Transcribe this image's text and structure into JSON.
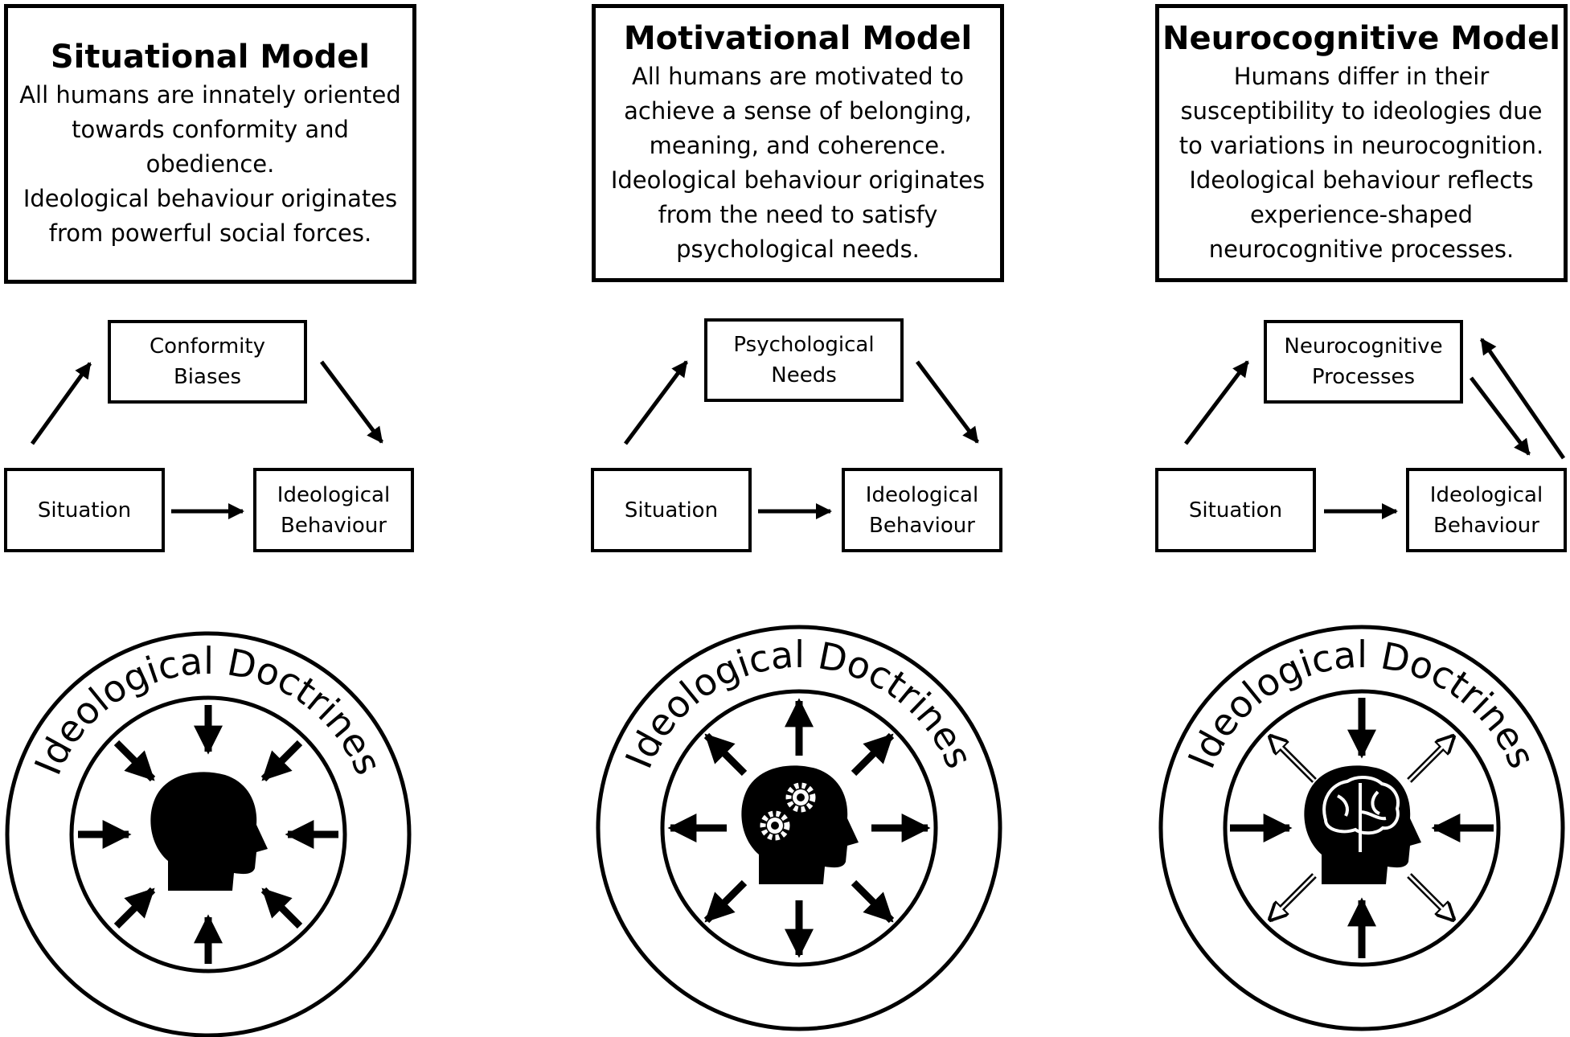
{
  "models": [
    {
      "id": "situational",
      "title": "Situational Model",
      "description": [
        "All humans are innately oriented",
        "towards conformity and",
        "obedience.",
        "Ideological behaviour originates",
        "from powerful social forces."
      ],
      "mediator": [
        "Conformity",
        "Biases"
      ],
      "situation": "Situation",
      "outcome": [
        "Ideological",
        "Behaviour"
      ],
      "doctrines_label": "Ideological Doctrines",
      "head_icon": "head-silhouette-icon",
      "arrow_pattern": "inward"
    },
    {
      "id": "motivational",
      "title": "Motivational Model",
      "description": [
        "All humans are motivated to",
        "achieve a sense of belonging,",
        "meaning, and coherence.",
        "Ideological behaviour originates",
        "from the need to satisfy",
        "psychological needs."
      ],
      "mediator": [
        "Psychological",
        "Needs"
      ],
      "situation": "Situation",
      "outcome": [
        "Ideological",
        "Behaviour"
      ],
      "doctrines_label": "Ideological Doctrines",
      "head_icon": "head-gears-icon",
      "arrow_pattern": "outward"
    },
    {
      "id": "neurocognitive",
      "title": "Neurocognitive Model",
      "description": [
        "Humans differ in their",
        "susceptibility to ideologies due",
        "to variations in neurocognition.",
        "Ideological behaviour reflects",
        "experience-shaped",
        "neurocognitive processes."
      ],
      "mediator": [
        "Neurocognitive",
        "Processes"
      ],
      "situation": "Situation",
      "outcome": [
        "Ideological",
        "Behaviour"
      ],
      "doctrines_label": "Ideological Doctrines",
      "head_icon": "head-brain-icon",
      "arrow_pattern": "bidirectional"
    }
  ]
}
